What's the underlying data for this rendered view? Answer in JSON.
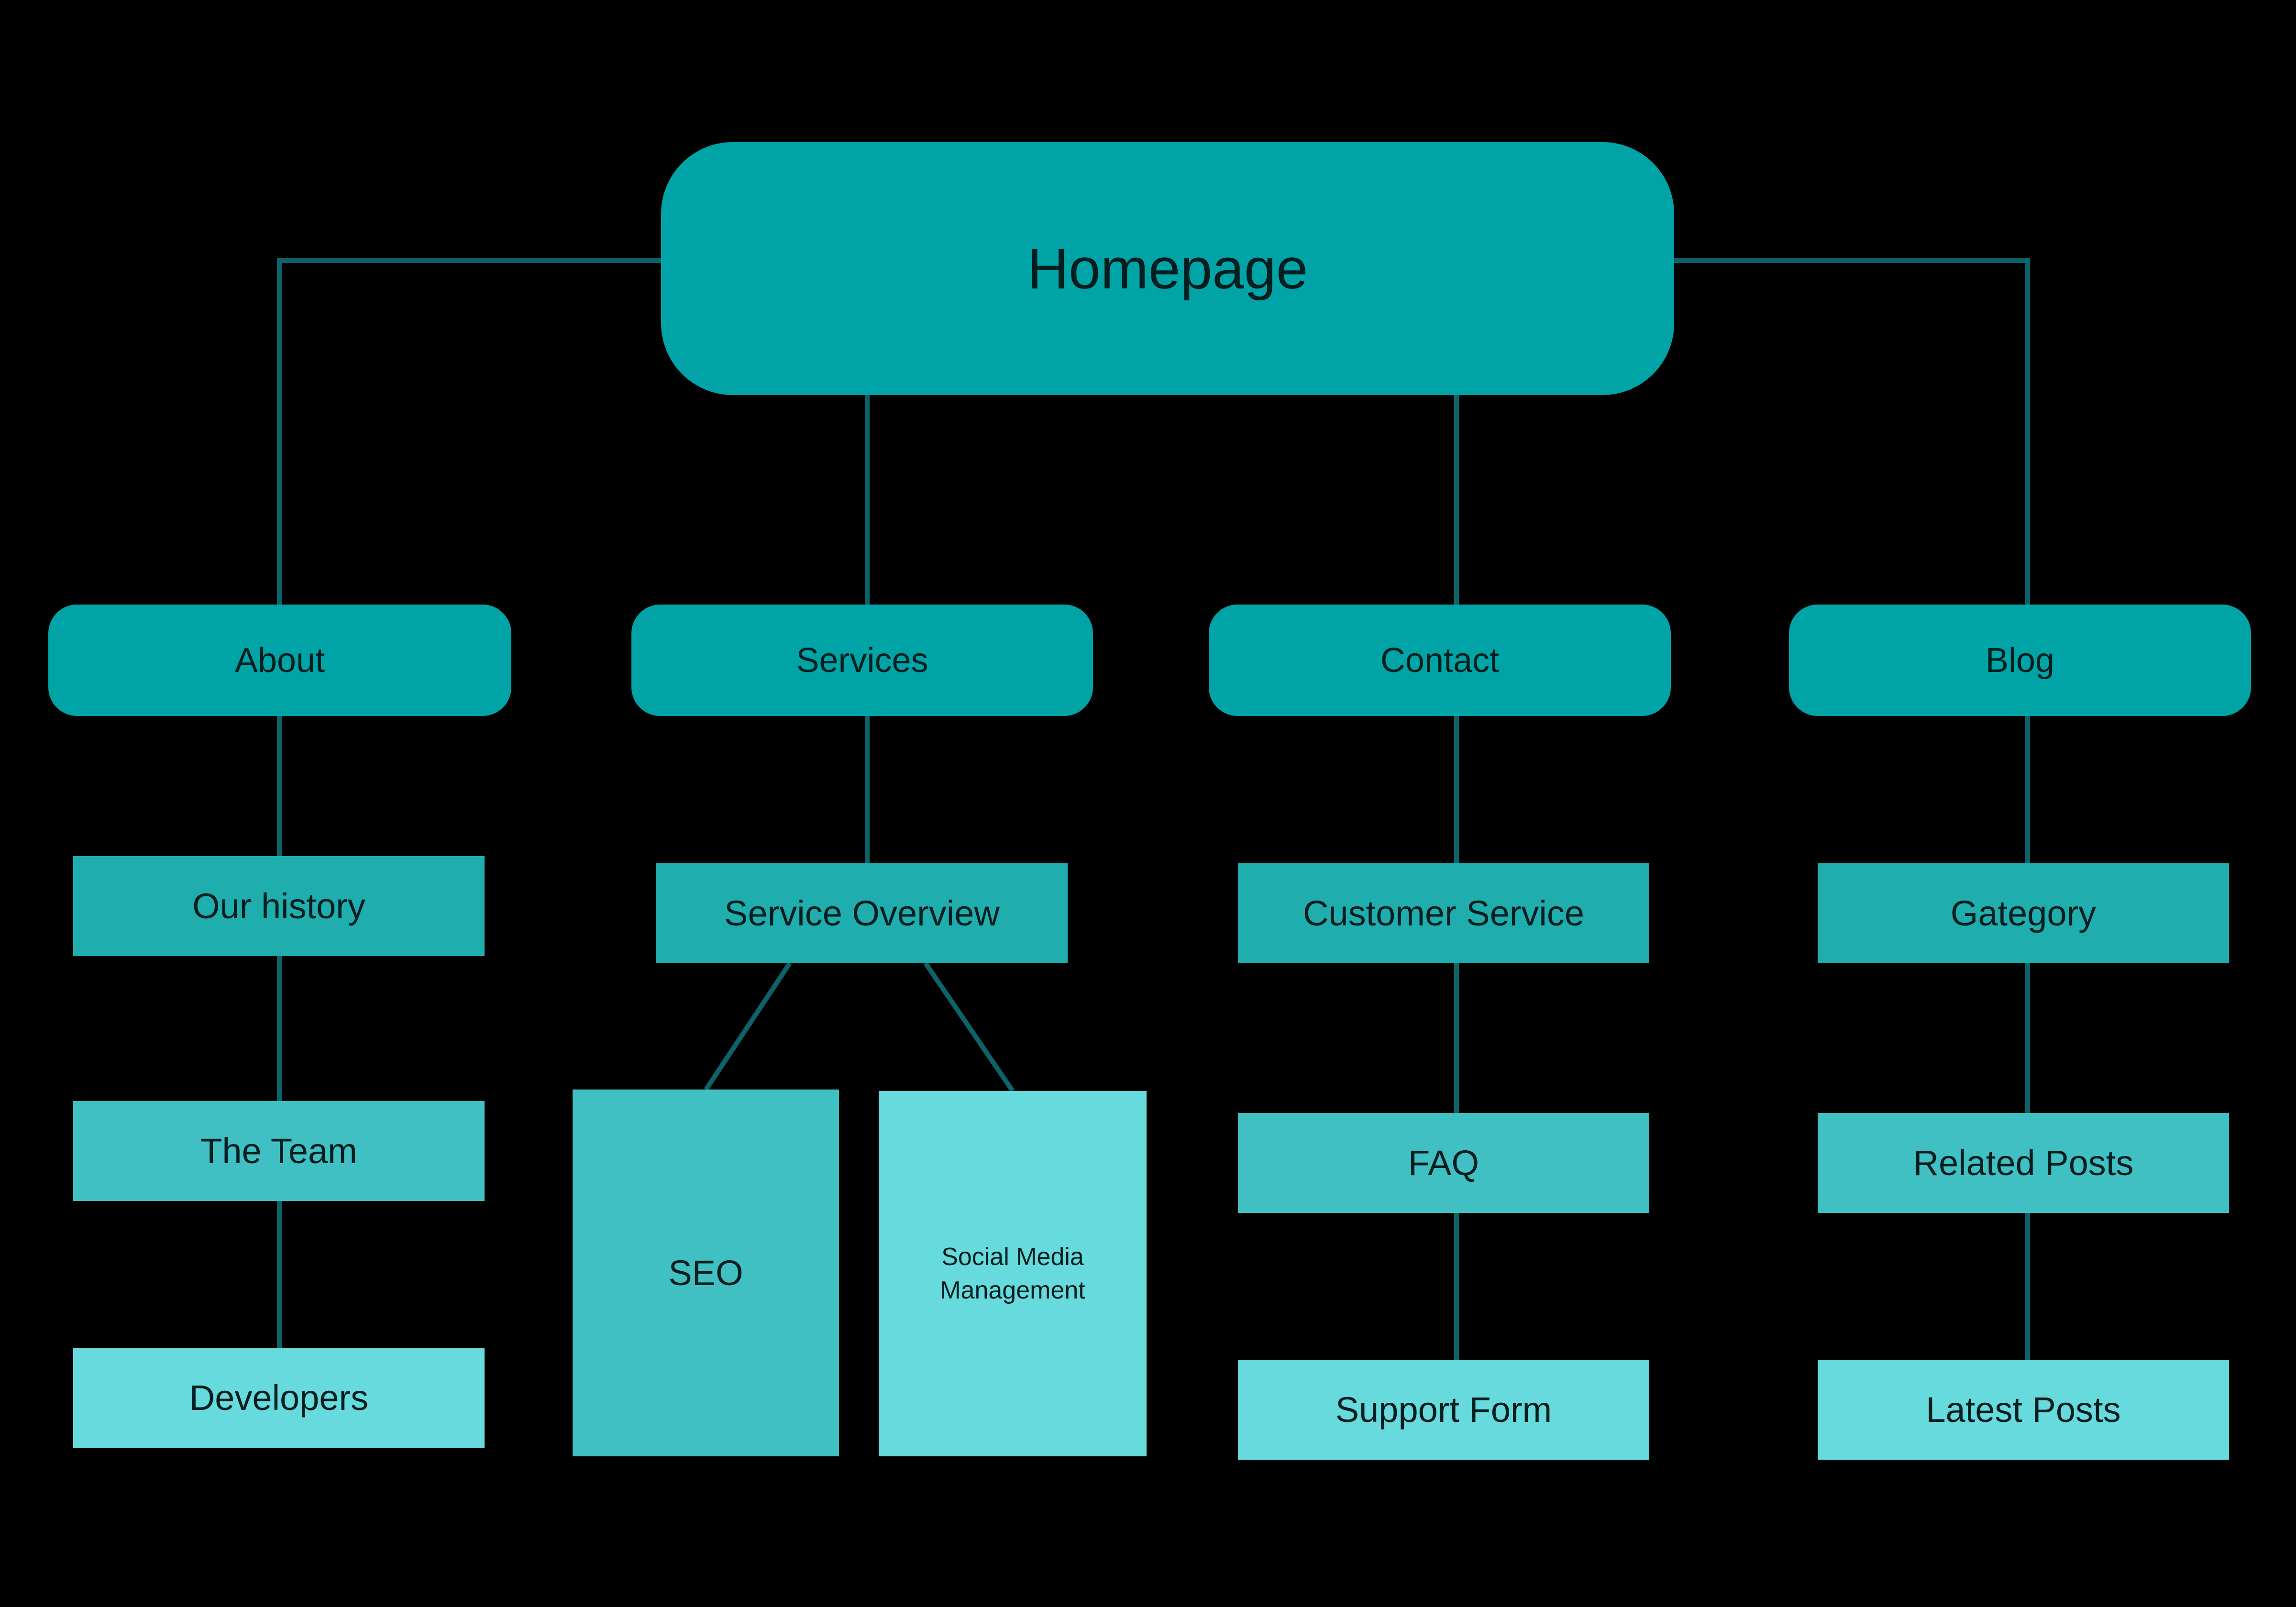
{
  "sitemap": {
    "root": {
      "label": "Homepage"
    },
    "columns": [
      {
        "label": "About",
        "children": [
          {
            "label": "Our history"
          },
          {
            "label": "The Team"
          },
          {
            "label": "Developers"
          }
        ]
      },
      {
        "label": "Services",
        "children": [
          {
            "label": "Service Overview"
          }
        ],
        "subchildren": [
          {
            "label": "SEO"
          },
          {
            "label": "Social Media Management"
          }
        ]
      },
      {
        "label": "Contact",
        "children": [
          {
            "label": "Customer Service"
          },
          {
            "label": "FAQ"
          },
          {
            "label": "Support Form"
          }
        ]
      },
      {
        "label": "Blog",
        "children": [
          {
            "label": "Gategory"
          },
          {
            "label": "Related Posts"
          },
          {
            "label": "Latest Posts"
          }
        ]
      }
    ]
  },
  "colors": {
    "background": "#000000",
    "node_primary": "#00a4a6",
    "node_secondary": "#1fadae",
    "node_tertiary": "#40c0c2",
    "node_quaternary": "#66dadc",
    "connector": "#0c646a",
    "text": "#041d1e"
  }
}
